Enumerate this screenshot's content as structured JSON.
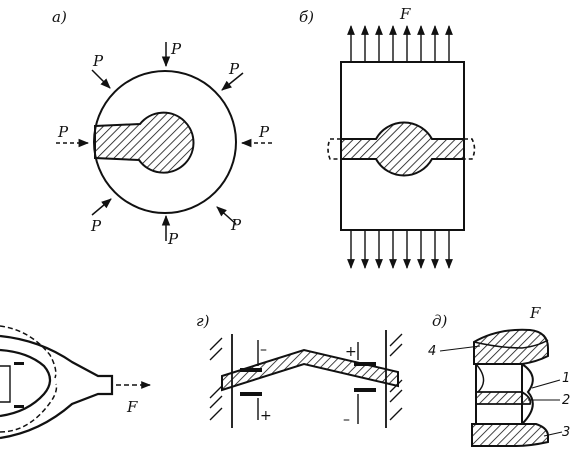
{
  "panels": [
    {
      "id": "a",
      "label": "а)",
      "force_labels": [
        "P",
        "P",
        "P",
        "P",
        "P",
        "P",
        "P",
        "P"
      ]
    },
    {
      "id": "b",
      "label": "б)",
      "force_label": "F"
    },
    {
      "id": "v",
      "force_label": "F"
    },
    {
      "id": "g",
      "label": "г)",
      "signs": [
        "–",
        "+",
        "+",
        "–"
      ]
    },
    {
      "id": "d",
      "label": "д)",
      "force_label": "F",
      "part_numbers": [
        "4",
        "1",
        "2",
        "3"
      ]
    }
  ]
}
